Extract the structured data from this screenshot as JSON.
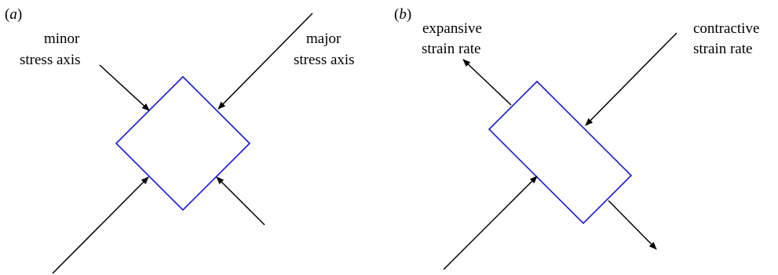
{
  "panels": {
    "a": {
      "label_open": "(",
      "label_letter": "a",
      "label_close": ")",
      "minor_line1": "minor",
      "minor_line2": "stress axis",
      "major_line1": "major",
      "major_line2": "stress axis"
    },
    "b": {
      "label_open": "(",
      "label_letter": "b",
      "label_close": ")",
      "expansive_line1": "expansive",
      "expansive_line2": "strain rate",
      "contractive_line1": "contractive",
      "contractive_line2": "strain rate"
    }
  },
  "colors": {
    "shape_stroke": "#1a1ad6",
    "arrow": "#000000"
  }
}
